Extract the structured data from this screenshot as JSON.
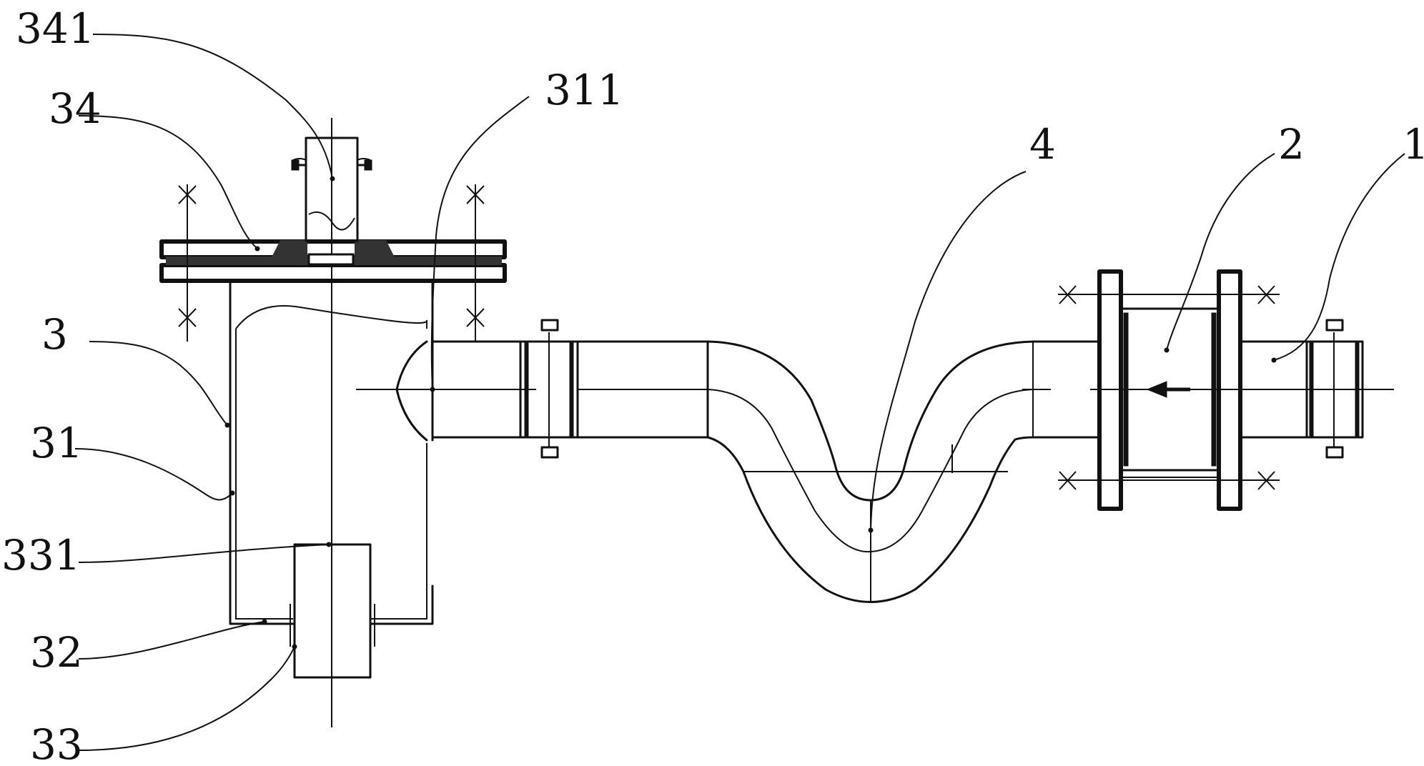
{
  "labels": {
    "l341": "341",
    "l34": "34",
    "l311": "311",
    "l4": "4",
    "l2": "2",
    "l1": "1",
    "l3": "3",
    "l31": "31",
    "l331": "331",
    "l32": "32",
    "l33": "33"
  },
  "colors": {
    "ink": "#111111",
    "background": "#ffffff"
  }
}
